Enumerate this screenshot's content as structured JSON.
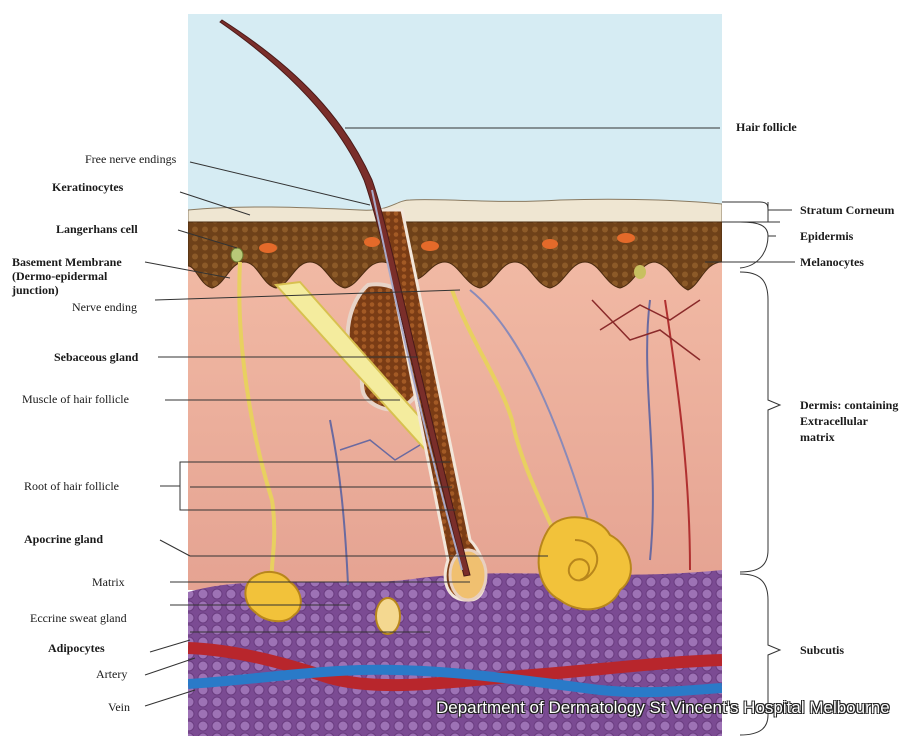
{
  "labels": {
    "hair_follicle": "Hair follicle",
    "free_nerve_endings": "Free nerve endings",
    "keratinocytes": "Keratinocytes",
    "langerhans_cell": "Langerhans cell",
    "basement_membrane_1": "Basement Membrane",
    "basement_membrane_2": "(Dermo-epidermal",
    "basement_membrane_3": "junction)",
    "nerve_ending": "Nerve ending",
    "sebaceous_gland": "Sebaceous gland",
    "muscle_of_hair_follicle": "Muscle of hair follicle",
    "root_of_hair_follicle": "Root of hair follicle",
    "apocrine_gland": "Apocrine gland",
    "matrix": "Matrix",
    "eccrine_sweat_gland": "Eccrine sweat gland",
    "adipocytes": "Adipocytes",
    "artery": "Artery",
    "vein": "Vein",
    "stratum_corneum": "Stratum Corneum",
    "epidermis": "Epidermis",
    "melanocytes": "Melanocytes",
    "dermis_1": "Dermis: containing",
    "dermis_2": "Extracellular",
    "dermis_3": "matrix",
    "subcutis": "Subcutis"
  },
  "credit": "Department of Dermatology St Vincent's Hospital Melbourne",
  "colors": {
    "sky": "#d6ecf3",
    "stratum_corneum": "#efe6d2",
    "epidermis": "#7a4a1e",
    "dermis": "#eeb4a0",
    "subcutis": "#8a5aa0",
    "hair": "#7a2e2a",
    "sebaceous": "#8a4a1c",
    "gland": "#f2c23a",
    "artery": "#b8262c",
    "vein": "#2a7ac8",
    "nerve": "#e8d060"
  }
}
